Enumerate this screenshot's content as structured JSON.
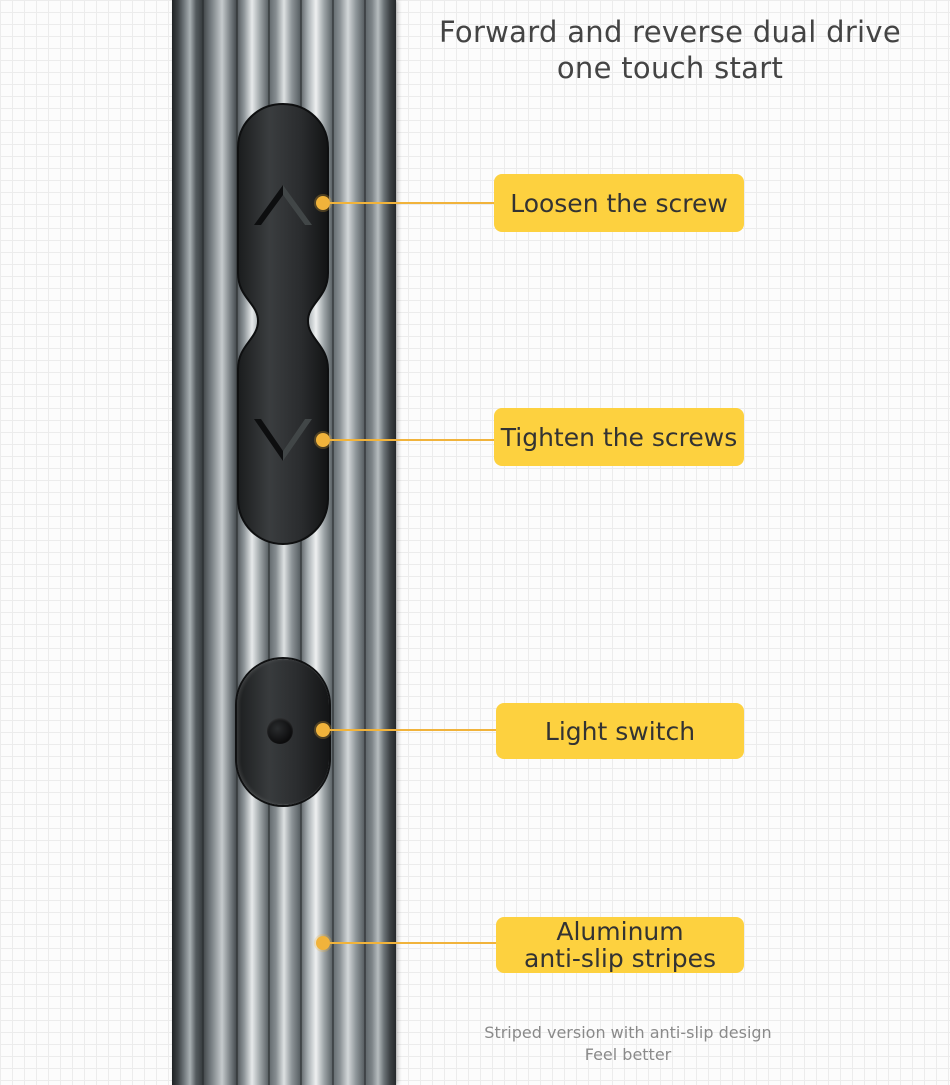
{
  "headline": {
    "line1": "Forward and reverse dual drive",
    "line2": "one touch start"
  },
  "callouts": [
    {
      "lines": [
        "Loosen the screw"
      ],
      "icon": "chevron-up-icon"
    },
    {
      "lines": [
        "Tighten the screws"
      ],
      "icon": "chevron-down-icon"
    },
    {
      "lines": [
        "Light switch"
      ],
      "icon": "dot-icon"
    },
    {
      "lines": [
        "Aluminum",
        "anti-slip stripes"
      ]
    }
  ],
  "footnote": {
    "line1": "Striped version with anti-slip design",
    "line2": "Feel better"
  },
  "colors": {
    "callout_fill": "#fdd13f",
    "callout_accent": "#f1b33b",
    "text": "#444444",
    "footnote": "#8a8a8a"
  }
}
